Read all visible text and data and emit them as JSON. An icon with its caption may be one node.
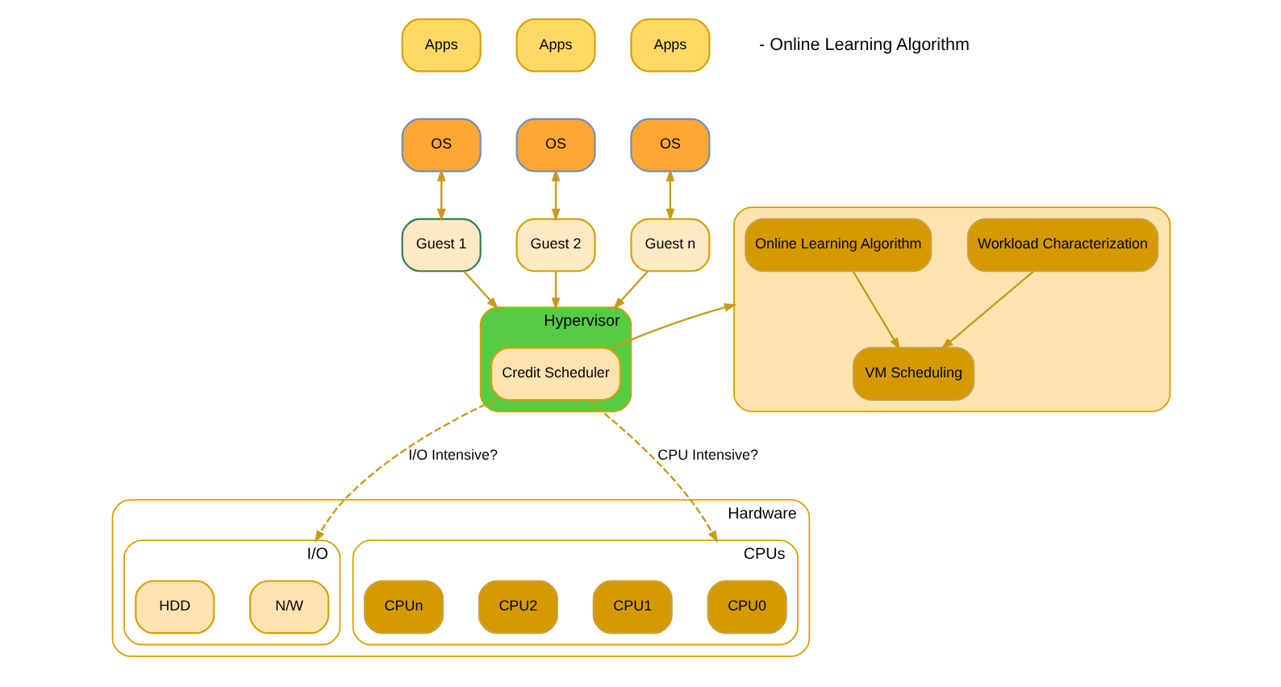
{
  "diagram": {
    "nodes": [
      {
        "text": [
          "Apps"
        ]
      },
      {
        "text": [
          "OS"
        ]
      },
      {
        "text": [
          "Apps"
        ]
      },
      {
        "text": [
          "OS"
        ]
      },
      {
        "text": [
          "Apps"
        ]
      },
      {
        "text": [
          "OS"
        ]
      },
      {
        "text": [
          "Guest 1"
        ]
      },
      {
        "text": [
          "Guest 2"
        ]
      },
      {
        "text": [
          "Guest n"
        ]
      },
      {
        "text": [],
        "shape": "box"
      },
      {
        "text": [
          "Workload Characterization"
        ],
        "in": 9
      },
      {
        "text": [
          "Online Learning Algorithm"
        ],
        "in": 9
      },
      {
        "text": [
          "VM Scheduling"
        ],
        "in": 9
      },
      {
        "text": [
          "Hypervisor"
        ]
      },
      {
        "text": [
          "Credit Scheduler"
        ],
        "in": 13
      },
      {
        "text": [
          "Hardware"
        ]
      },
      {
        "text": [
          "I/O"
        ],
        "in": 15
      },
      {
        "text": [
          "N/W"
        ],
        "in": 16
      },
      {
        "text": [
          "HDD"
        ],
        "in": 16
      },
      {
        "text": [
          "CPUs"
        ],
        "in": 15
      },
      {
        "text": [
          "CPU0"
        ],
        "in": 19
      },
      {
        "text": [
          "CPU1"
        ],
        "in": 19
      },
      {
        "text": [
          "CPU2"
        ],
        "in": 19
      },
      {
        "text": [
          "CPUn"
        ],
        "in": 19
      }
    ],
    "edges": [
      {
        "from": 1,
        "to": 6,
        "arrow": "both"
      },
      {
        "from": 3,
        "to": 7,
        "arrow": "both"
      },
      {
        "from": 5,
        "to": 8,
        "arrow": "both"
      },
      {
        "from": 6,
        "to": 13,
        "arrow": "to"
      },
      {
        "from": 7,
        "to": 13,
        "arrow": "to"
      },
      {
        "from": 8,
        "to": 13,
        "arrow": "to"
      },
      {
        "from": 14,
        "to": 9,
        "arrow": "to"
      },
      {
        "from": 10,
        "to": 12,
        "arrow": "to"
      },
      {
        "from": 11,
        "to": 12,
        "arrow": "to"
      },
      {
        "from": 14,
        "to": 16,
        "arrow": "to",
        "style": "dashed",
        "label": "I/O Intensive?"
      },
      {
        "from": 14,
        "to": 19,
        "arrow": "to",
        "style": "dashed",
        "label": "CPU Intensive?"
      }
    ],
    "labels": [
      "- Online Learning Algorithm"
    ]
  }
}
